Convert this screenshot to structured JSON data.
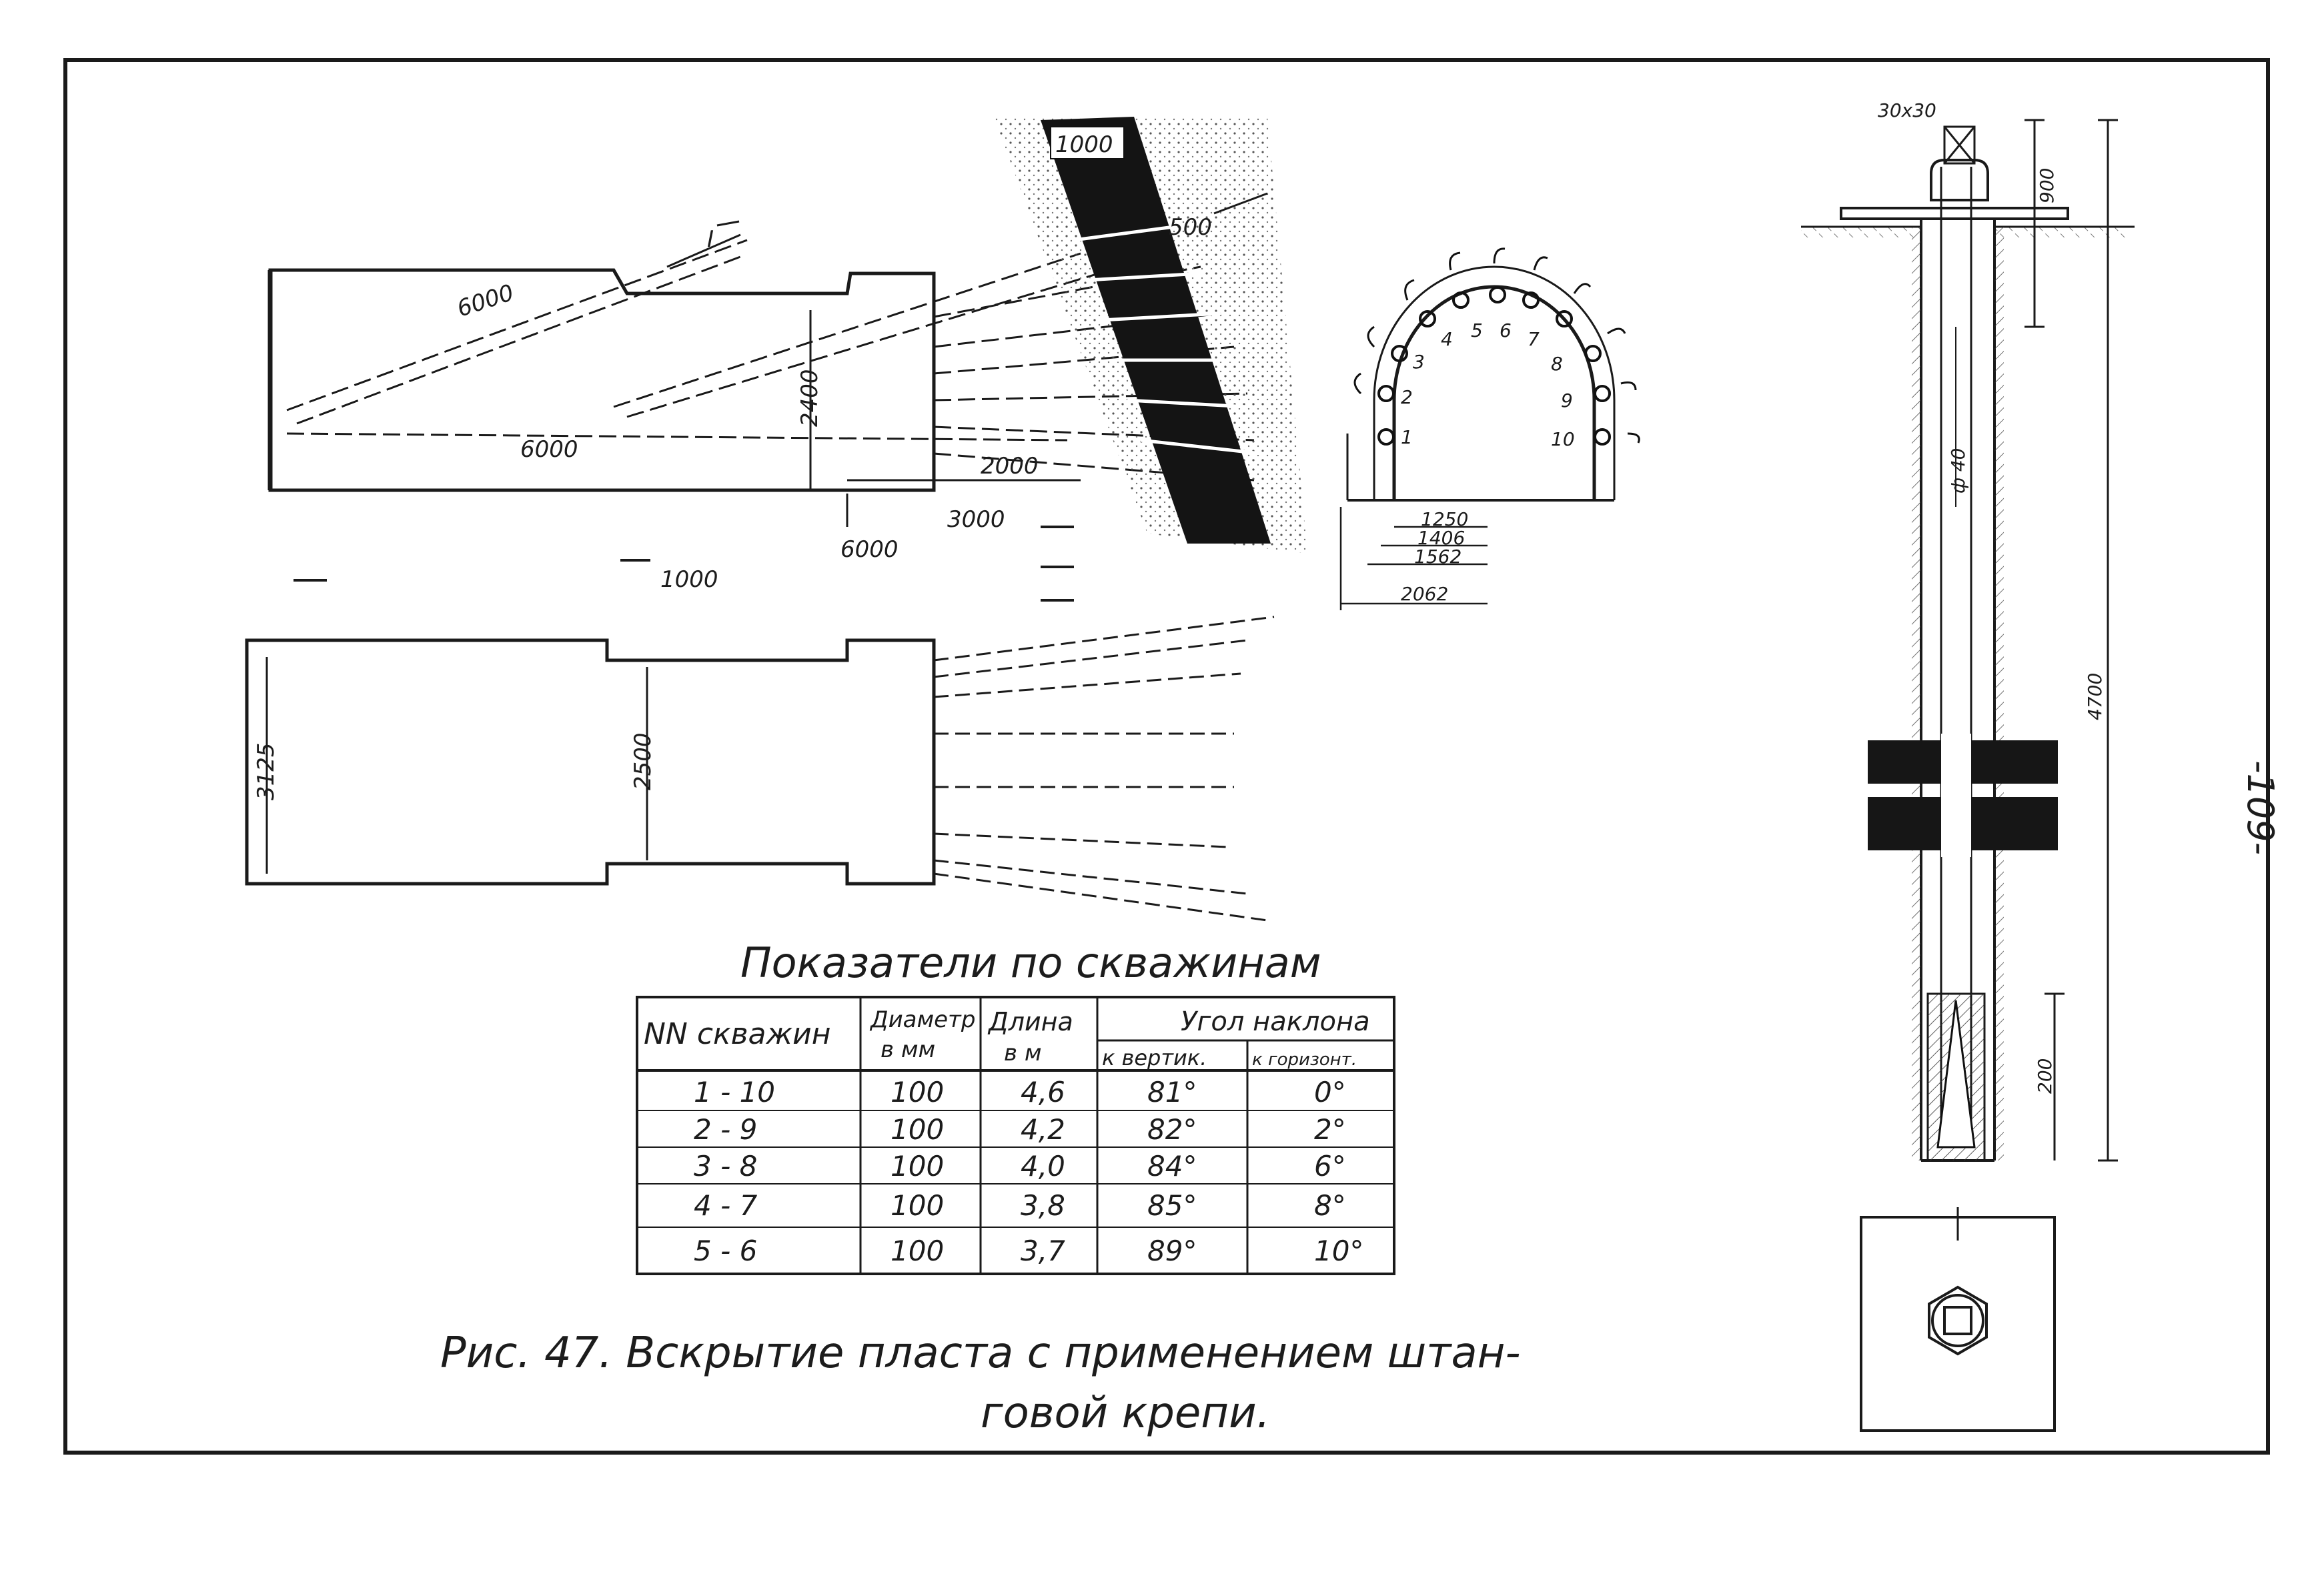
{
  "page_number": "-109-",
  "plan_view": {
    "dims": {
      "d_6000_inclined": "6000",
      "d_6000_horizontal": "6000",
      "d_2400": "2400",
      "d_2000": "2000",
      "d_3000": "3000",
      "d_6000_lower": "6000",
      "d_1000_lower": "1000",
      "d_1000_seam": "1000",
      "d_500": "500",
      "section_mark": "I"
    }
  },
  "lower_view": {
    "dims": {
      "d_3125": "3125",
      "d_2500": "2500"
    }
  },
  "cross_section": {
    "hole_numbers": [
      "1",
      "2",
      "3",
      "4",
      "5",
      "6",
      "7",
      "8",
      "9",
      "10"
    ],
    "dims": [
      "1250",
      "1406",
      "1562",
      "2062"
    ]
  },
  "bolt_detail": {
    "dims": {
      "nut_size": "30x30",
      "d_900": "900",
      "d_4700": "4700",
      "d_phi40": "ф 40",
      "d_200": "200"
    }
  },
  "table": {
    "title": "Показатели по скважинам",
    "headers": {
      "col1": "NN скважин",
      "col2a": "Диаметр",
      "col2b": "в мм",
      "col3a": "Длина",
      "col3b": "в м",
      "group": "Угол наклона",
      "col4": "к вертик.",
      "col5": "к горизонт."
    },
    "rows": [
      [
        "1 - 10",
        "100",
        "4,6",
        "81°",
        "0°"
      ],
      [
        "2 - 9",
        "100",
        "4,2",
        "82°",
        "2°"
      ],
      [
        "3 - 8",
        "100",
        "4,0",
        "84°",
        "6°"
      ],
      [
        "4 - 7",
        "100",
        "3,8",
        "85°",
        "8°"
      ],
      [
        "5 - 6",
        "100",
        "3,7",
        "89°",
        "10°"
      ]
    ]
  },
  "caption": {
    "line1": "Рис. 47. Вскрытие пласта с применением штан-",
    "line2": "говой крепи."
  }
}
